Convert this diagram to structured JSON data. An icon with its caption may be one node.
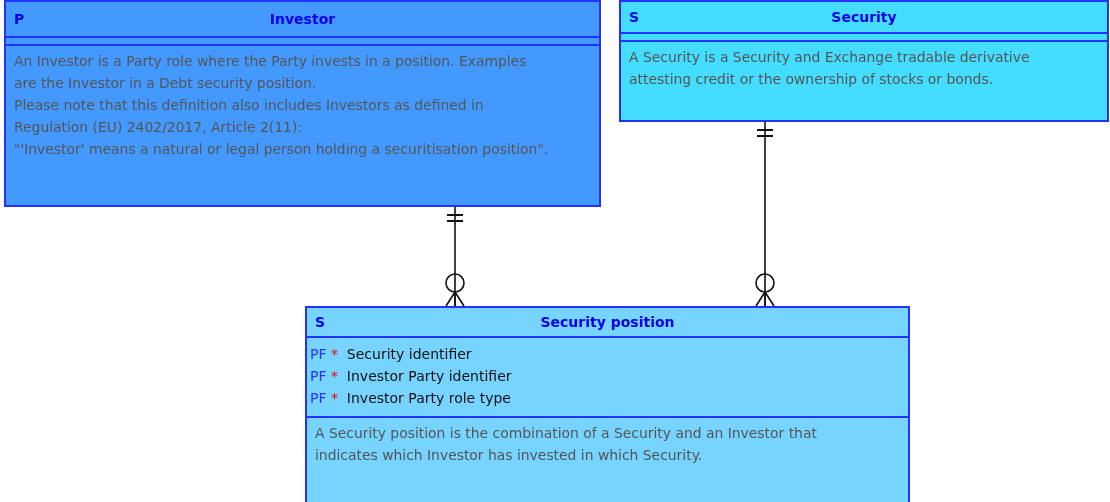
{
  "diagram": {
    "nodes": [
      {
        "text": [
          "P",
          "Investor"
        ]
      },
      {
        "text": [],
        "shape": "bar",
        "in": 0
      },
      {
        "text": [
          "An Investor is a Party role where the Party invests in a position. Examples are the Investor in a Debt security position.",
          "Please note that this definition also includes Investors as defined in Regulation (EU) 2402/2017, Article 2(11):",
          "\"'Investor' means a natural or legal person holding a securitisation position\"."
        ],
        "in": 0
      },
      {
        "text": [
          "S",
          "Security"
        ]
      },
      {
        "text": [],
        "shape": "bar",
        "in": 3
      },
      {
        "text": [
          "A Security is a Security and  Exchange tradable derivative attesting credit or the ownership of stocks or bonds."
        ],
        "in": 3
      },
      {
        "text": [
          "S",
          "Security position"
        ]
      },
      {
        "text": [
          "PF * Security identifier",
          "PF * Investor Party identifier",
          "PF * Investor Party role type"
        ],
        "in": 6
      },
      {
        "text": [
          "A Security position is the combination of a Security and an Investor that indicates which Investor has invested in which Security."
        ],
        "in": 6
      }
    ],
    "edges": [
      {
        "from": 0,
        "to": 6,
        "arrow": "other"
      },
      {
        "from": 3,
        "to": 6,
        "arrow": "other"
      }
    ]
  }
}
